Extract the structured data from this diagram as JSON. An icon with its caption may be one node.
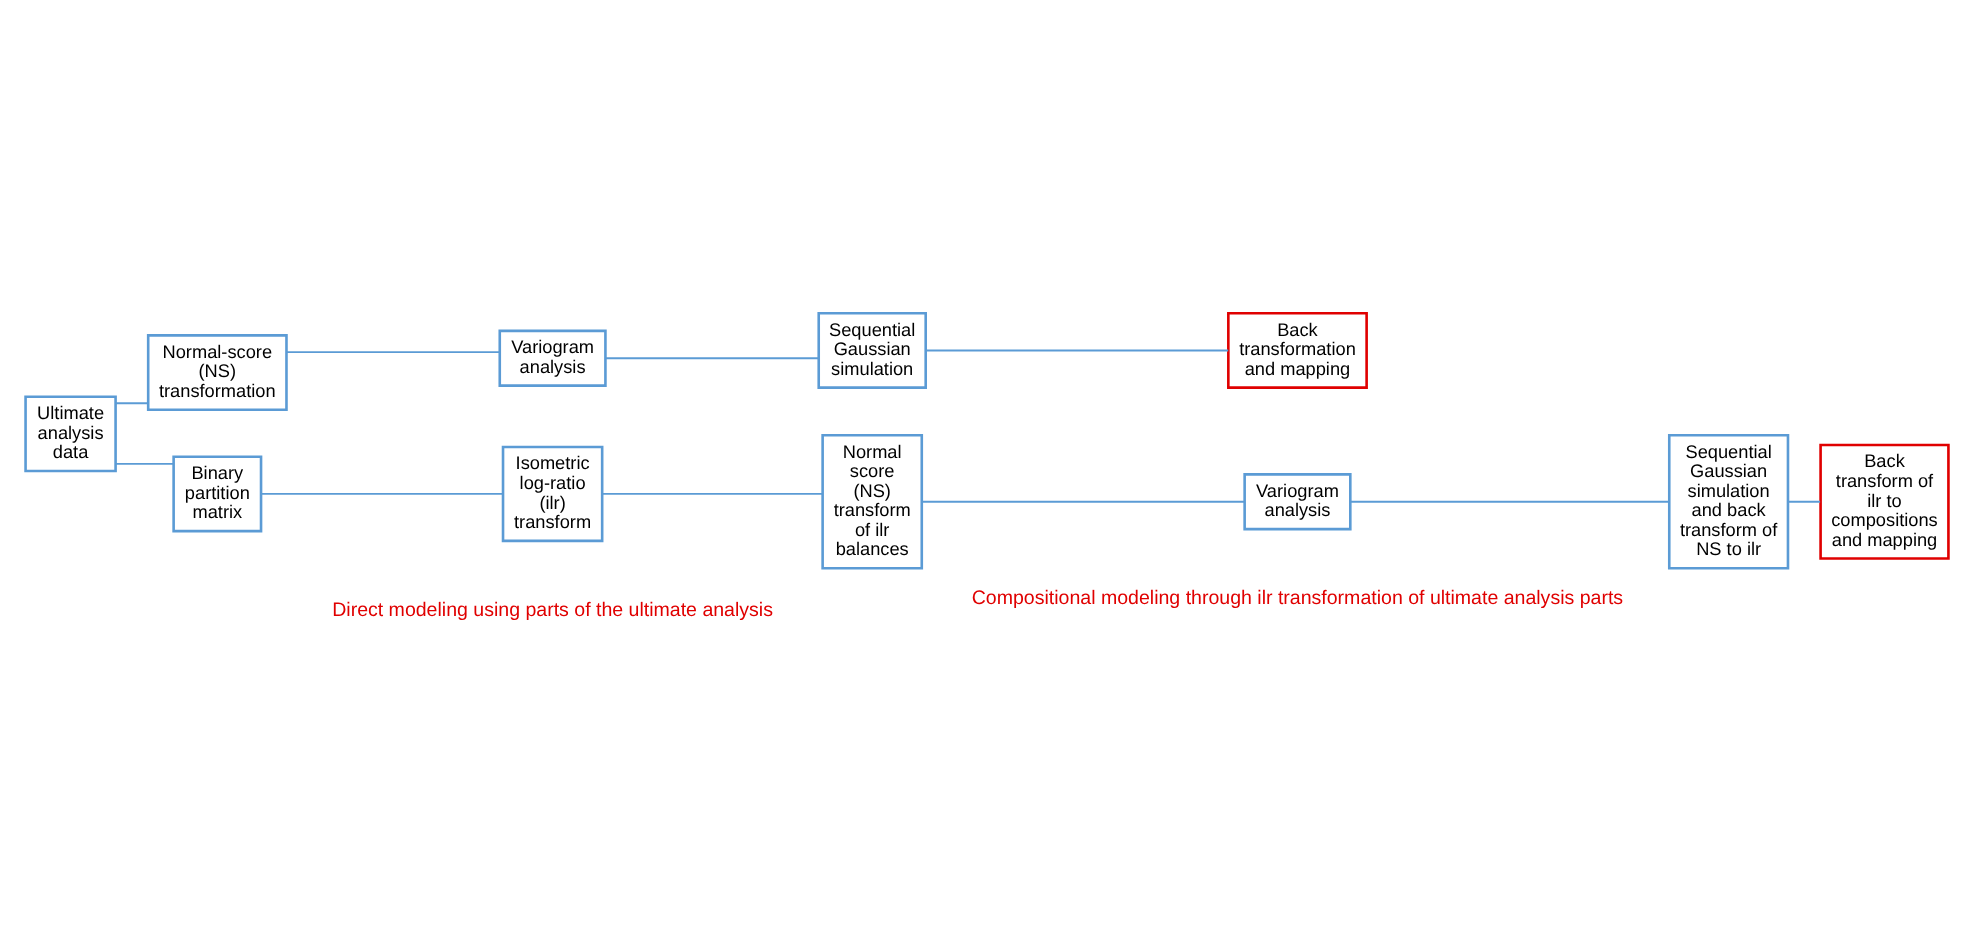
{
  "diagram": {
    "nodes": [
      {
        "text": [
          "Ultimate analysis data"
        ]
      },
      {
        "text": [
          "Normal-score (NS) transformation"
        ]
      },
      {
        "text": [
          "Variogram analysis"
        ]
      },
      {
        "text": [
          "Sequential Gaussian simulation"
        ]
      },
      {
        "text": [
          "Back transformation and mapping"
        ]
      },
      {
        "text": [
          "Binary partition matrix"
        ]
      },
      {
        "text": [
          "Isometric log-ratio (ilr) transform"
        ]
      },
      {
        "text": [
          "Normal score (NS) transform of ilr balances"
        ]
      },
      {
        "text": [
          "Variogram analysis"
        ]
      },
      {
        "text": [
          "Sequential Gaussian simulation and back transform of NS to ilr"
        ]
      },
      {
        "text": [
          "Back transform of ilr to compositions and mapping"
        ]
      }
    ],
    "edges": [
      {
        "from": 0,
        "to": 1,
        "arrow": "none"
      },
      {
        "from": 0,
        "to": 5,
        "arrow": "none"
      },
      {
        "from": 1,
        "to": 2,
        "arrow": "none"
      },
      {
        "from": 2,
        "to": 3,
        "arrow": "none"
      },
      {
        "from": 3,
        "to": 4,
        "arrow": "none"
      },
      {
        "from": 5,
        "to": 6,
        "arrow": "none"
      },
      {
        "from": 6,
        "to": 7,
        "arrow": "none"
      },
      {
        "from": 7,
        "to": 8,
        "arrow": "none"
      },
      {
        "from": 8,
        "to": 9,
        "arrow": "none"
      },
      {
        "from": 9,
        "to": 10,
        "arrow": "none"
      }
    ],
    "labels": [
      "Direct modeling using parts of the ultimate analysis",
      "Compositional modeling through ilr transformation of ultimate analysis parts"
    ]
  }
}
